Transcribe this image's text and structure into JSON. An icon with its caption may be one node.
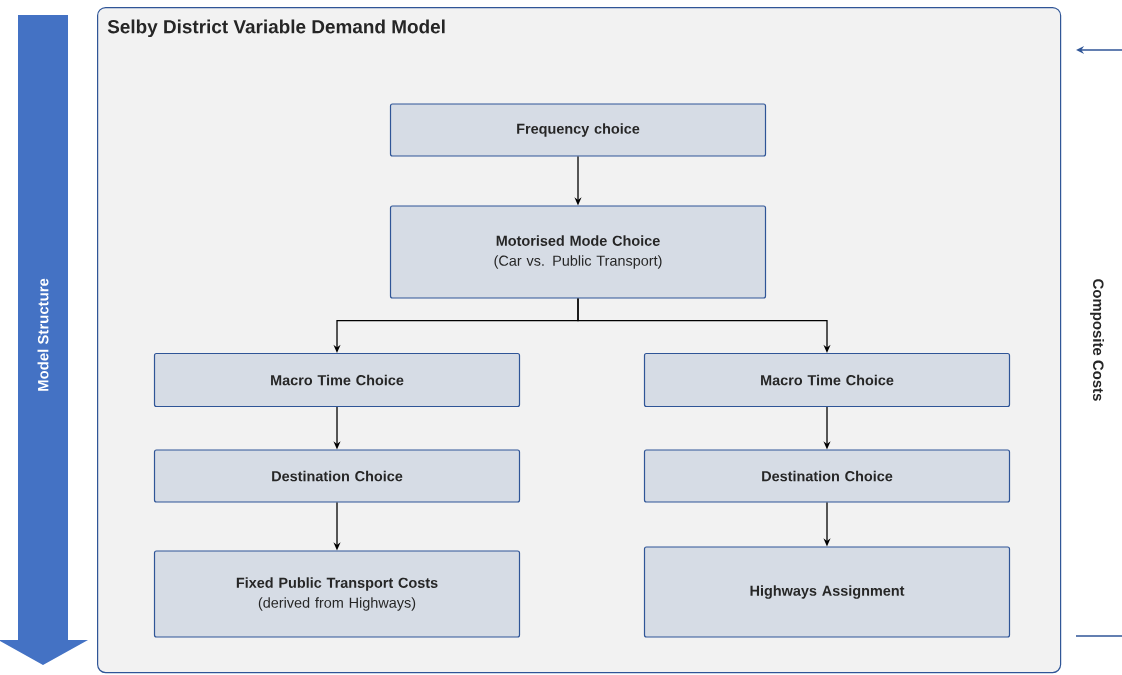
{
  "diagram": {
    "nodes": [
      {
        "text": [
          "Selby District Variable Demand Model"
        ]
      },
      {
        "text": [
          "Frequency choice"
        ],
        "in": 0
      },
      {
        "text": [
          "Motorised Mode Choice",
          "(Car vs. Public Transport)"
        ],
        "in": 0
      },
      {
        "text": [
          "Macro Time Choice"
        ],
        "in": 0
      },
      {
        "text": [
          "Macro Time Choice"
        ],
        "in": 0
      },
      {
        "text": [
          "Destination Choice"
        ],
        "in": 0
      },
      {
        "text": [
          "Destination Choice"
        ],
        "in": 0
      },
      {
        "text": [
          "Fixed Public Transport Costs",
          "(derived from Highways)"
        ],
        "in": 0
      },
      {
        "text": [
          "Highways Assignment"
        ],
        "in": 0
      },
      {
        "text": [
          "Model Structure"
        ]
      }
    ],
    "edges": [
      {
        "from": 1,
        "to": 2,
        "arrow": "to"
      },
      {
        "from": 2,
        "to": 3,
        "arrow": "to"
      },
      {
        "from": 2,
        "to": 4,
        "arrow": "to"
      },
      {
        "from": 3,
        "to": 5,
        "arrow": "to"
      },
      {
        "from": 5,
        "to": 7,
        "arrow": "to"
      },
      {
        "from": 4,
        "to": 6,
        "arrow": "to"
      },
      {
        "from": 6,
        "to": 8,
        "arrow": "to"
      }
    ],
    "labels": [
      "Composite Costs"
    ]
  }
}
